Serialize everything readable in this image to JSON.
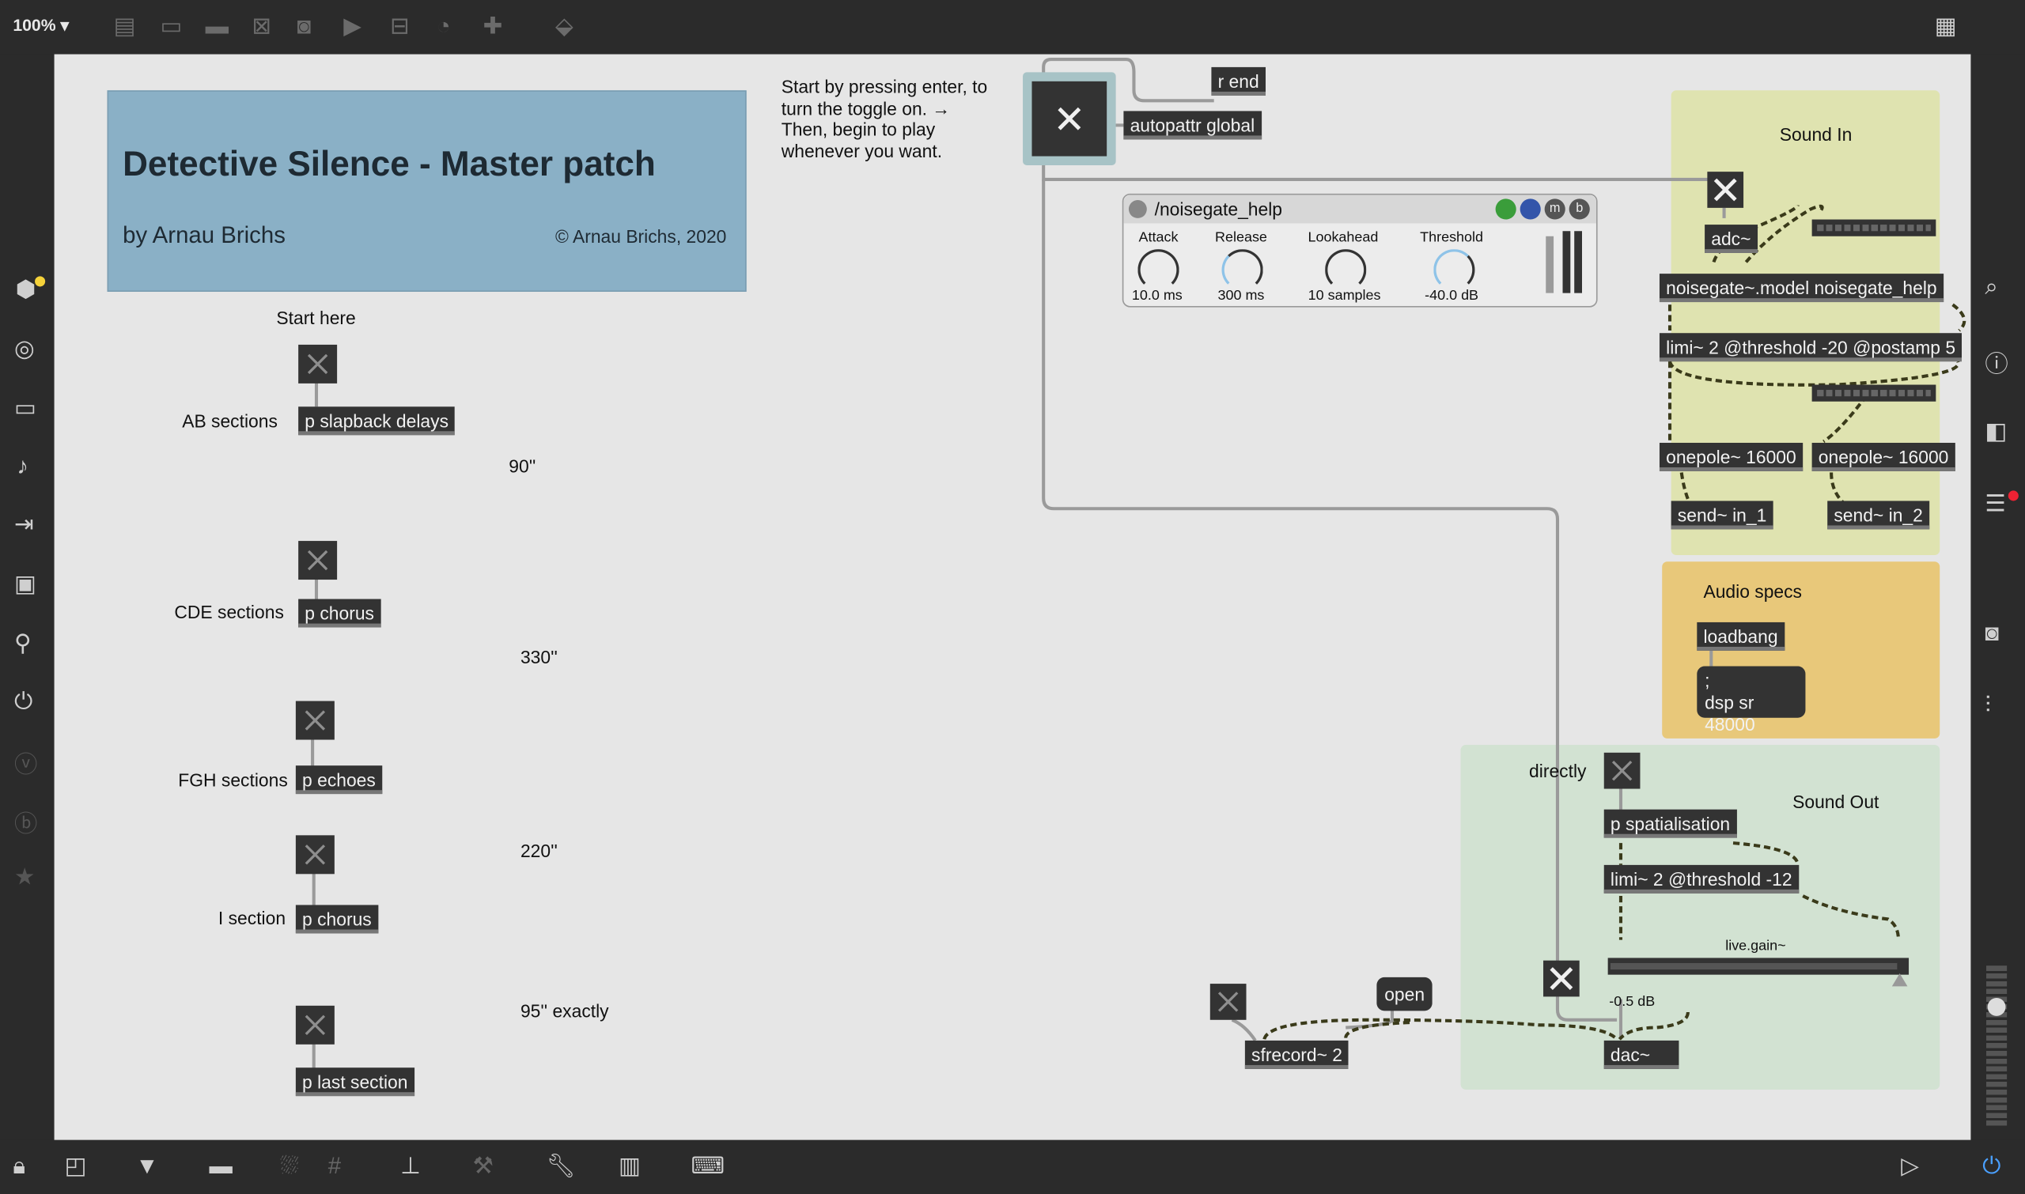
{
  "toolbar": {
    "zoom": "100%"
  },
  "title_panel": {
    "title": "Detective Silence - Master patch",
    "author": "by Arnau Brichs",
    "copyright": "© Arnau Brichs, 2020"
  },
  "instructions": {
    "line1": "Start by pressing enter, to",
    "line2": "turn the toggle on. →",
    "line3": "Then, begin to play",
    "line4": "whenever you want."
  },
  "sections": {
    "start_here": "Start here",
    "ab_label": "AB sections",
    "ab_obj": "p slapback delays",
    "ab_time": "90''",
    "cde_label": "CDE sections",
    "cde_obj": "p chorus",
    "cde_time": "330''",
    "fgh_label": "FGH sections",
    "fgh_obj": "p echoes",
    "fgh_time": "220''",
    "i_label": "I section",
    "i_obj": "p chorus",
    "i_time": "95'' exactly",
    "last_obj": "p last section"
  },
  "top_objects": {
    "r_end": "r end",
    "autopattr": "autopattr global"
  },
  "noisegate": {
    "title": "/noisegate_help",
    "knobs": [
      {
        "label": "Attack",
        "value": "10.0 ms"
      },
      {
        "label": "Release",
        "value": "300 ms"
      },
      {
        "label": "Lookahead",
        "value": "10 samples"
      },
      {
        "label": "Threshold",
        "value": "-40.0 dB"
      }
    ],
    "buttons": [
      "m",
      "b"
    ]
  },
  "sound_in": {
    "label": "Sound In",
    "adc": "adc~",
    "gate": "noisegate~.model noisegate_help",
    "limi": "limi~ 2 @threshold -20 @postamp 5",
    "onepole1": "onepole~ 16000",
    "onepole2": "onepole~ 16000",
    "send1": "send~ in_1",
    "send2": "send~ in_2"
  },
  "audio_specs": {
    "label": "Audio specs",
    "loadbang": "loadbang",
    "msg_semicolon": ";",
    "msg_dsp": "dsp sr 48000"
  },
  "sound_out": {
    "label": "Sound Out",
    "directly": "directly",
    "spatial": "p spatialisation",
    "limi": "limi~ 2 @threshold -12",
    "gain_label": "live.gain~",
    "gain_value": "-0.5 dB",
    "gain_level": 0.97,
    "dac": "dac~"
  },
  "recorder": {
    "open": "open",
    "sfrecord": "sfrecord~ 2"
  },
  "colors": {
    "title_panel": "#8ab0c6",
    "sound_in": "#dfe3b0",
    "audio_specs": "#e8c87a",
    "sound_out": "#d2e2d2",
    "cable": "#9a9a9a",
    "signal_cable": "#3a3a1a"
  }
}
